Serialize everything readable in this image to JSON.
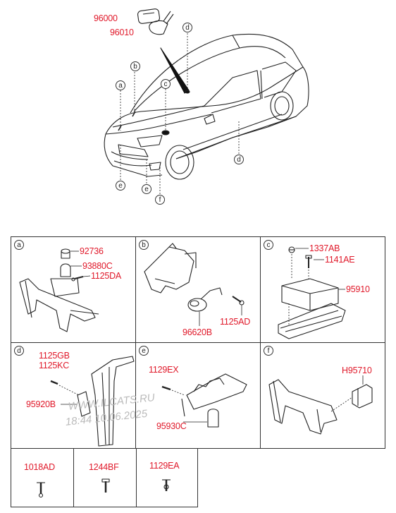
{
  "overview": {
    "parts": {
      "p96000": "96000",
      "p96010": "96010"
    },
    "callouts": [
      "a",
      "b",
      "c",
      "d",
      "e",
      "e",
      "f",
      "d"
    ]
  },
  "cells": {
    "a": {
      "letter": "a",
      "parts": [
        "92736",
        "93880C",
        "1125DA"
      ]
    },
    "b": {
      "letter": "b",
      "parts": [
        "96620B",
        "1125AD"
      ]
    },
    "c": {
      "letter": "c",
      "parts": [
        "1337AB",
        "1141AE",
        "95910"
      ]
    },
    "d": {
      "letter": "d",
      "parts": [
        "1125GB",
        "1125KC",
        "95920B"
      ]
    },
    "e": {
      "letter": "e",
      "parts": [
        "1129EX",
        "95930C"
      ]
    },
    "f": {
      "letter": "f",
      "parts": [
        "H95710"
      ]
    },
    "g": {
      "parts": [
        "1018AD"
      ]
    },
    "h": {
      "parts": [
        "1244BF"
      ]
    },
    "i": {
      "parts": [
        "1129EA"
      ]
    }
  },
  "watermark": {
    "site": "WWW.ILCATS.RU",
    "timestamp": "18:44 10.06.2025"
  },
  "colors": {
    "part_number": "#e0192a",
    "line": "#333333"
  }
}
